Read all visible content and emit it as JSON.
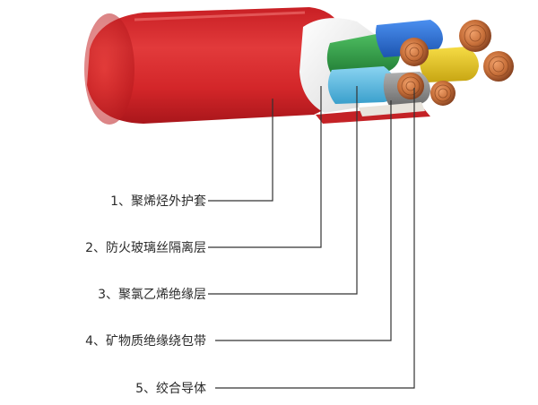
{
  "labels": [
    {
      "num": "1",
      "text": "、聚烯烃外护套"
    },
    {
      "num": "2",
      "text": "、防火玻璃丝隔离层"
    },
    {
      "num": "3",
      "text": "、聚氯乙烯绝缘层"
    },
    {
      "num": "4",
      "text": "、矿物质绝缘绕包带"
    },
    {
      "num": "5",
      "text": "、绞合导体"
    }
  ],
  "colors": {
    "sheath": "#d9282c",
    "sheath_dark": "#a9161b",
    "separator": "#f3f3f3",
    "core_green": "#2f9a45",
    "core_blue": "#2a6fd0",
    "core_yellow": "#e8c61c",
    "core_cyan": "#4fb6e3",
    "core_grey": "#8c8c8c",
    "copper": "#c86f3a",
    "leader_line": "#333333"
  },
  "icons": [
    "cable-illustration"
  ]
}
